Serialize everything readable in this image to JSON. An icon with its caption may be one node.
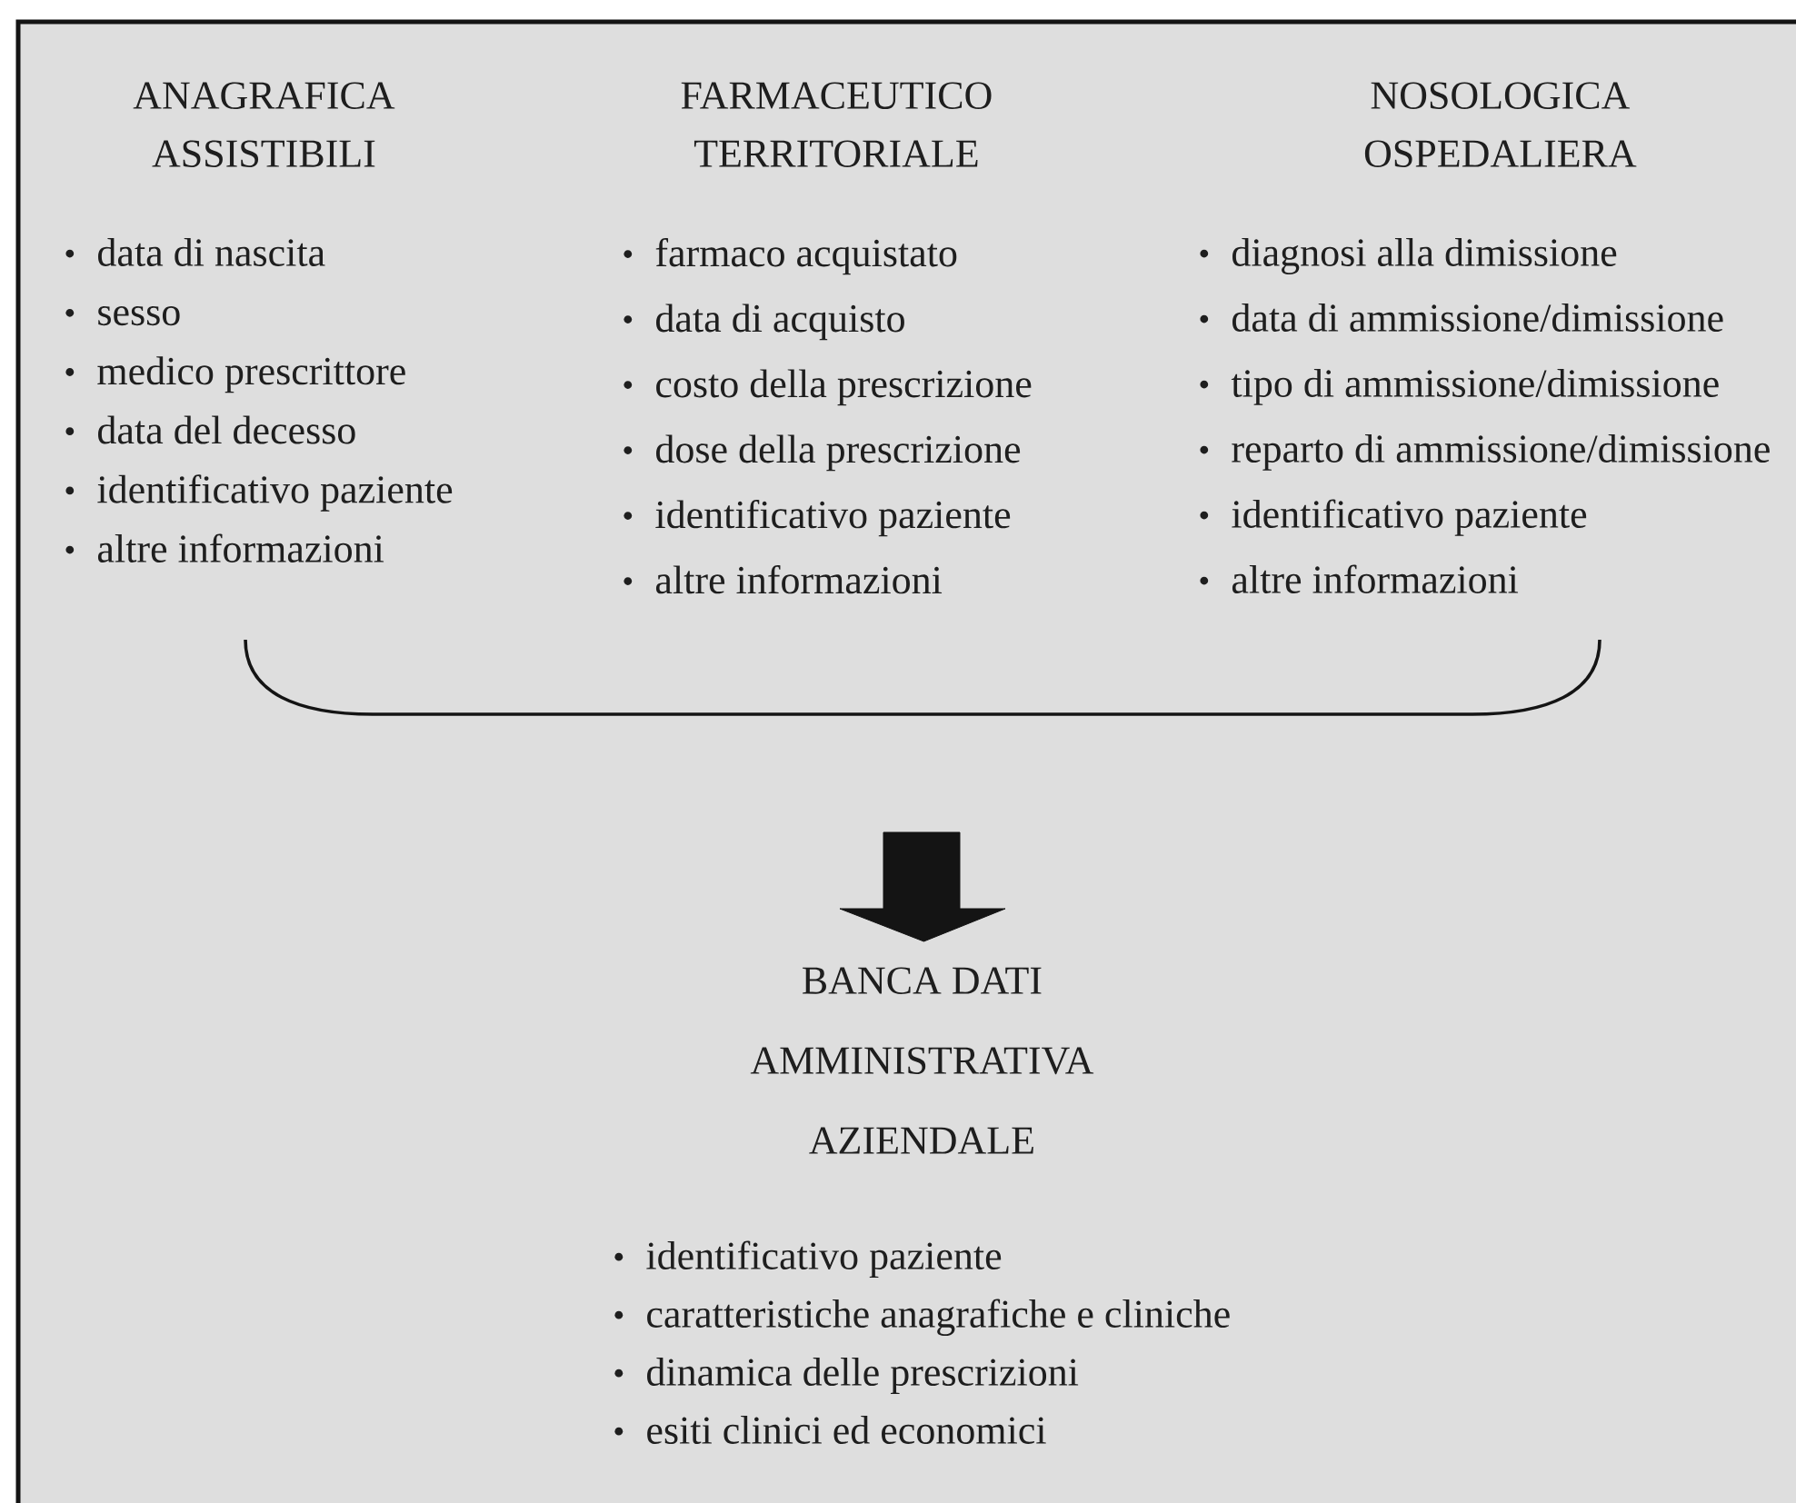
{
  "diagram": {
    "nodes": [
      {
        "text": [
          "ANAGRAFICA ASSISTIBILI",
          "data di nascita",
          "sesso",
          "medico prescrittore",
          "data del decesso",
          "identificativo paziente",
          "altre informazioni"
        ]
      },
      {
        "text": [
          "FARMACEUTICO TERRITORIALE",
          "farmaco acquistato",
          "data di acquisto",
          "costo della prescrizione",
          "dose della prescrizione",
          "identificativo paziente",
          "altre informazioni"
        ]
      },
      {
        "text": [
          "NOSOLOGICA OSPEDALIERA",
          "diagnosi alla dimissione",
          "data di ammissione/dimissione",
          "tipo di ammissione/dimissione",
          "reparto di ammissione/dimissione",
          "identificativo paziente",
          "altre informazioni"
        ]
      },
      {
        "text": [
          "BANCA DATI AMMINISTRATIVA AZIENDALE",
          "identificativo paziente",
          "caratteristiche anagrafiche e cliniche",
          "dinamica delle prescrizioni",
          "esiti clinici ed economici"
        ]
      }
    ],
    "edges": [
      {
        "from": null,
        "to": 3,
        "arrow": "to"
      }
    ]
  }
}
